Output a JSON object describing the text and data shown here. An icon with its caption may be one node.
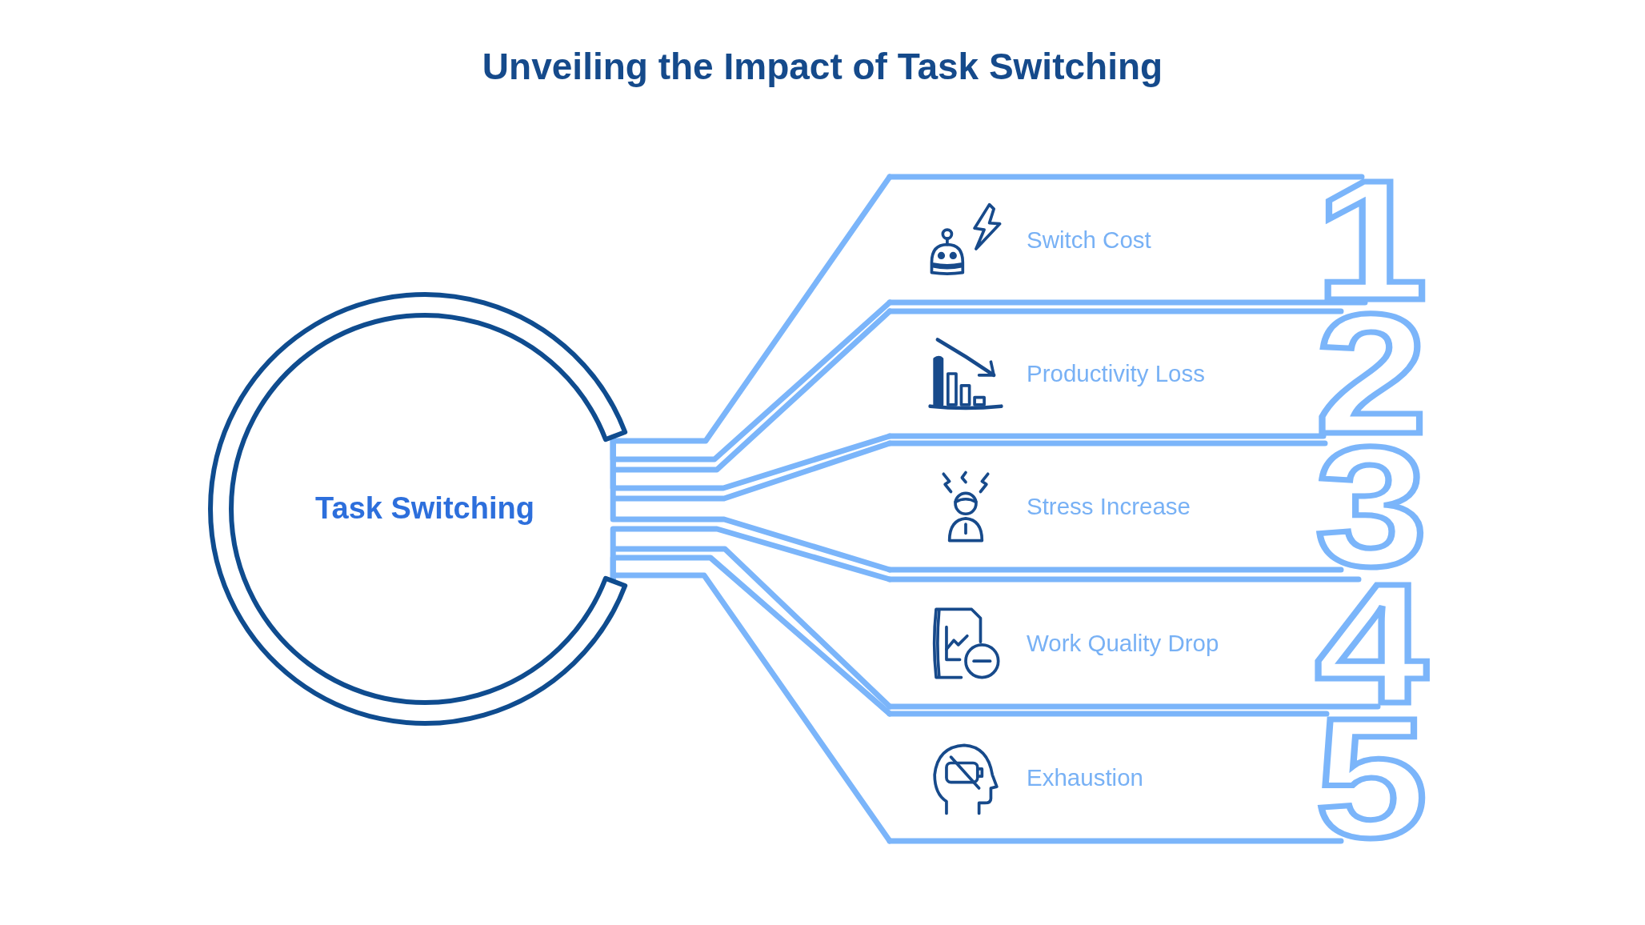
{
  "diagram": {
    "title": "Unveiling the Impact of Task Switching",
    "nodes": [
      {
        "text": [
          "Task Switching"
        ]
      },
      {
        "text": [
          "Switch Cost",
          "1"
        ]
      },
      {
        "text": [
          "Productivity Loss",
          "2"
        ]
      },
      {
        "text": [
          "Stress Increase",
          "3"
        ]
      },
      {
        "text": [
          "Work Quality Drop",
          "4"
        ]
      },
      {
        "text": [
          "Exhaustion",
          "5"
        ]
      }
    ],
    "edges": [
      {
        "from": 0,
        "to": 1,
        "arrow": "none"
      },
      {
        "from": 0,
        "to": 2,
        "arrow": "none"
      },
      {
        "from": 0,
        "to": 3,
        "arrow": "none"
      },
      {
        "from": 0,
        "to": 4,
        "arrow": "none"
      },
      {
        "from": 0,
        "to": 5,
        "arrow": "none"
      }
    ]
  }
}
